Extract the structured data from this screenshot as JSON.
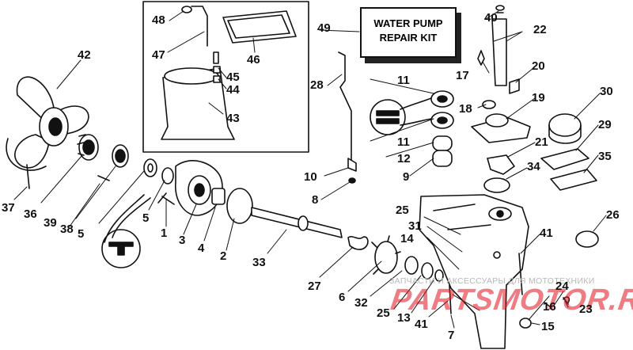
{
  "kit_box": {
    "line1": "WATER PUMP",
    "line2": "REPAIR KIT"
  },
  "watermark": {
    "top": "ЗАПЧАСТИ И АКСЕССУАРЫ ДЛЯ МОТОТЕХНИКИ",
    "brand": "PARTSMOTOR.RU"
  },
  "callouts": {
    "n1": "1",
    "n2": "2",
    "n3": "3",
    "n4": "4",
    "n5a": "5",
    "n5b": "5",
    "n6": "6",
    "n7": "7",
    "n8": "8",
    "n9": "9",
    "n10": "10",
    "n11a": "11",
    "n11b": "11",
    "n12": "12",
    "n13": "13",
    "n14": "14",
    "n15": "15",
    "n16": "16",
    "n17": "17",
    "n18": "18",
    "n19": "19",
    "n20": "20",
    "n21": "21",
    "n22": "22",
    "n23": "23",
    "n24": "24",
    "n25a": "25",
    "n25b": "25",
    "n26": "26",
    "n27": "27",
    "n28": "28",
    "n29": "29",
    "n30": "30",
    "n31": "31",
    "n32": "32",
    "n33": "33",
    "n34": "34",
    "n35": "35",
    "n36": "36",
    "n37": "37",
    "n38": "38",
    "n39": "39",
    "n40": "40",
    "n41a": "41",
    "n41b": "41",
    "n42": "42",
    "n43": "43",
    "n44": "44",
    "n45": "45",
    "n46": "46",
    "n47": "47",
    "n48": "48",
    "n49": "49"
  }
}
